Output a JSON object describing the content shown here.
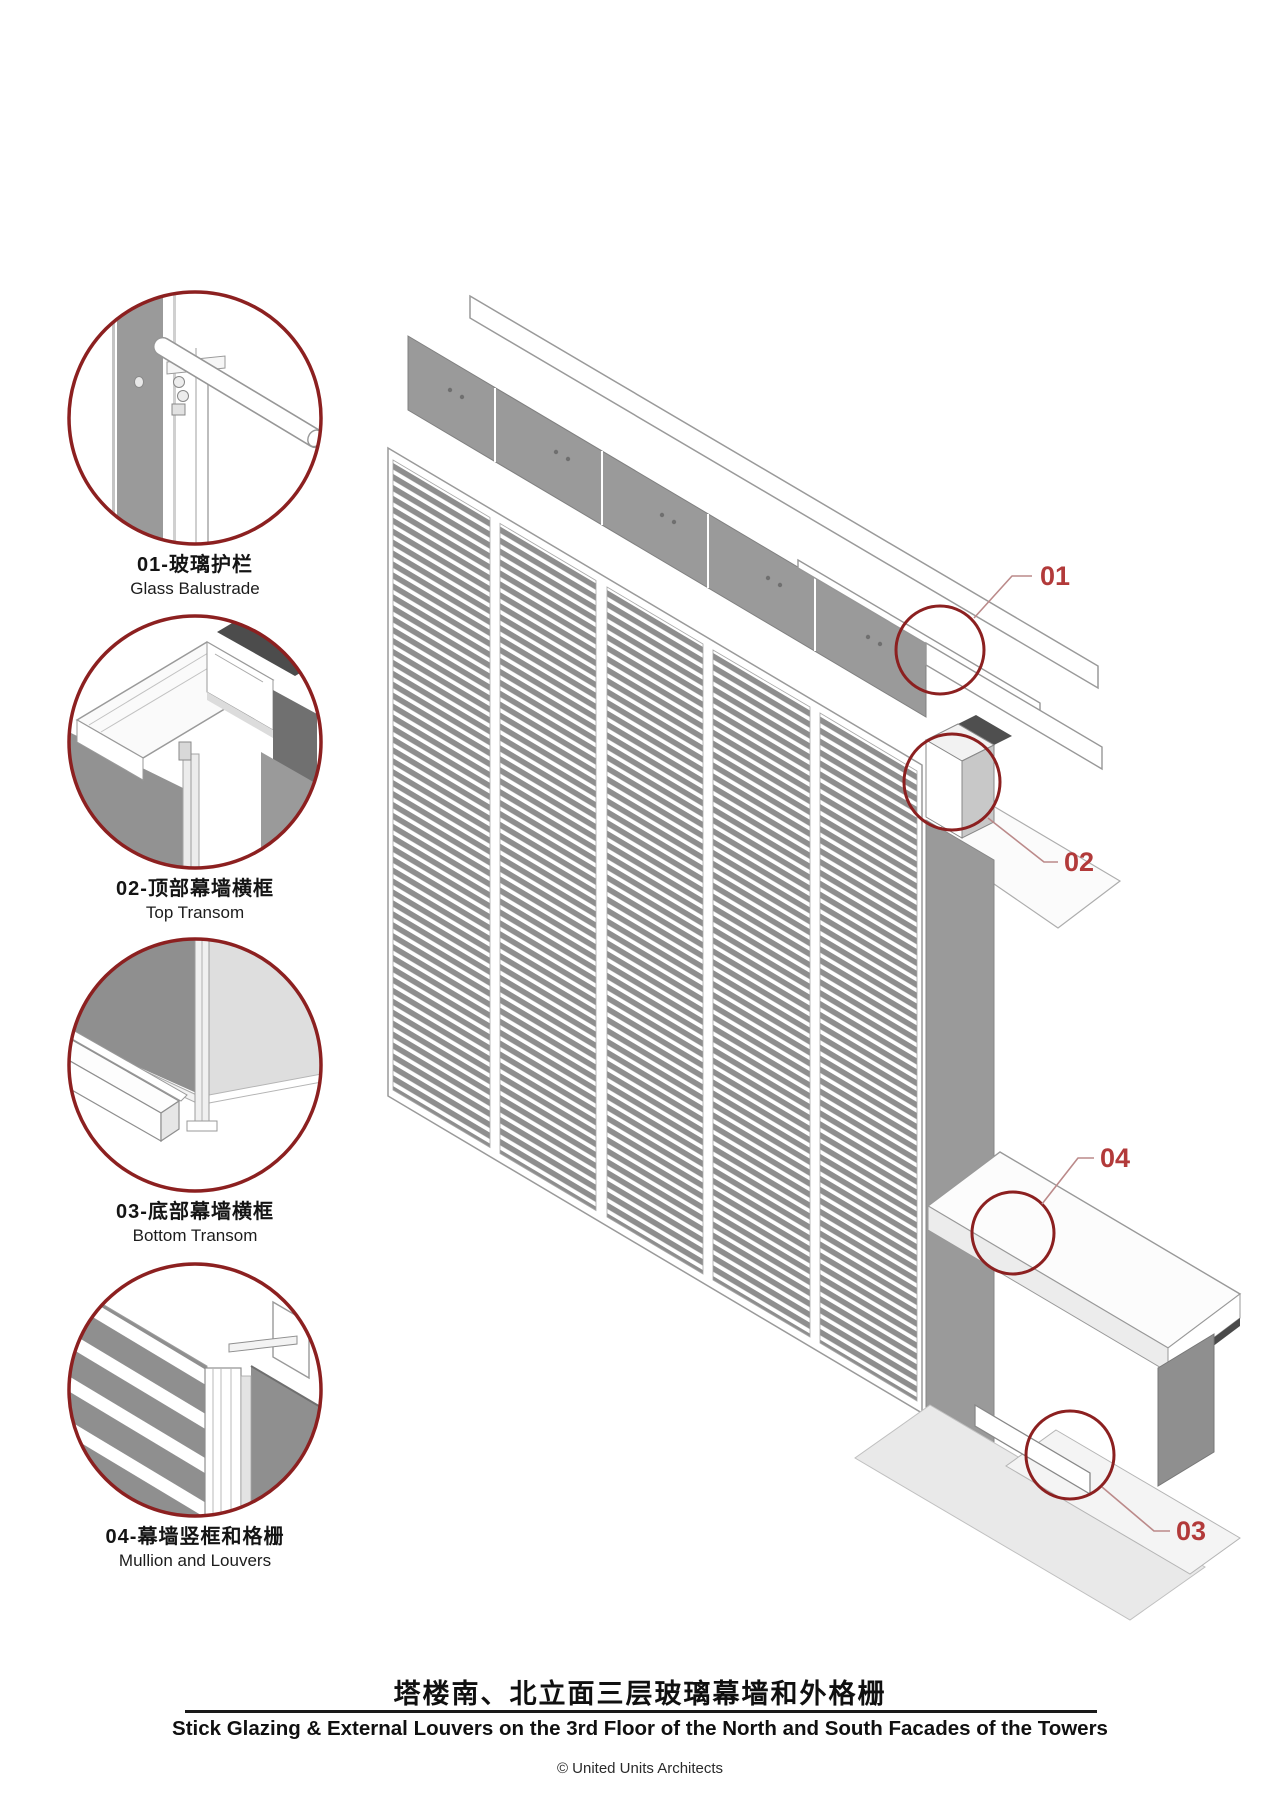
{
  "details": [
    {
      "label_zh": "01-玻璃护栏",
      "label_en": "Glass Balustrade"
    },
    {
      "label_zh": "02-顶部幕墙横框",
      "label_en": "Top Transom"
    },
    {
      "label_zh": "03-底部幕墙横框",
      "label_en": "Bottom Transom"
    },
    {
      "label_zh": "04-幕墙竖框和格栅",
      "label_en": "Mullion and Louvers"
    }
  ],
  "callouts": {
    "c01": "01",
    "c02": "02",
    "c03": "03",
    "c04": "04"
  },
  "title": {
    "zh": "塔楼南、北立面三层玻璃幕墙和外格栅",
    "en": "Stick Glazing & External Louvers on the 3rd Floor of the North and South Facades of the Towers"
  },
  "footer": {
    "copyright": "© United Units Architects"
  },
  "colors": {
    "callout_red": "#b23a3a",
    "circle_red": "#8c2020",
    "spandrel_gray": "#9a9a9a",
    "louver_gray": "#8e8e8e",
    "glass_gray": "#8f8f8f"
  }
}
